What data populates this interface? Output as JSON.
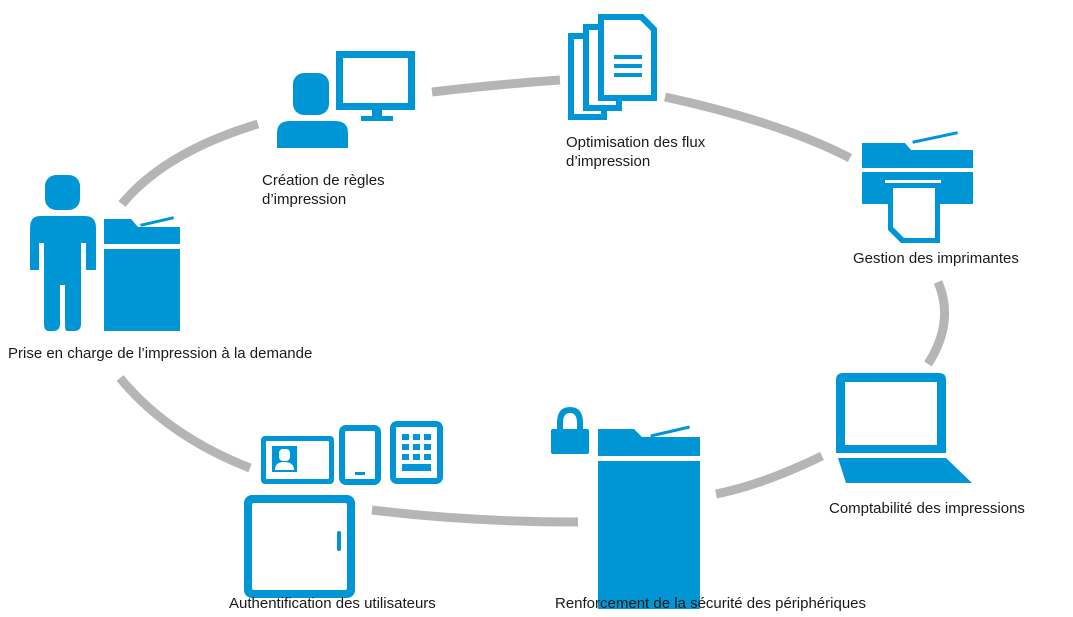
{
  "colors": {
    "icon": "#0096d6",
    "arc": "#b3b5b7",
    "text": "#1a1a1a"
  },
  "nodes": [
    {
      "id": "print-rules",
      "icon": "user-computer-icon",
      "label_lines": [
        "Création de règles",
        "d’impression"
      ]
    },
    {
      "id": "workflow",
      "icon": "documents-stack-icon",
      "label_lines": [
        "Optimisation des flux",
        "d’impression"
      ]
    },
    {
      "id": "printer-mgmt",
      "icon": "printer-icon",
      "label_lines": [
        "Gestion des imprimantes"
      ]
    },
    {
      "id": "accounting",
      "icon": "laptop-icon",
      "label_lines": [
        "Comptabilité des impressions"
      ]
    },
    {
      "id": "security",
      "icon": "padlock-multifunction-printer-icon",
      "label_lines": [
        "Renforcement de la sécurité des périphériques"
      ]
    },
    {
      "id": "auth",
      "icon": "badge-phone-keypad-tablet-icon",
      "label_lines": [
        "Authentification des utilisateurs"
      ]
    },
    {
      "id": "pull-print",
      "icon": "person-printer-icon",
      "label_lines": [
        "Prise en charge de l’impression à la demande"
      ]
    }
  ]
}
